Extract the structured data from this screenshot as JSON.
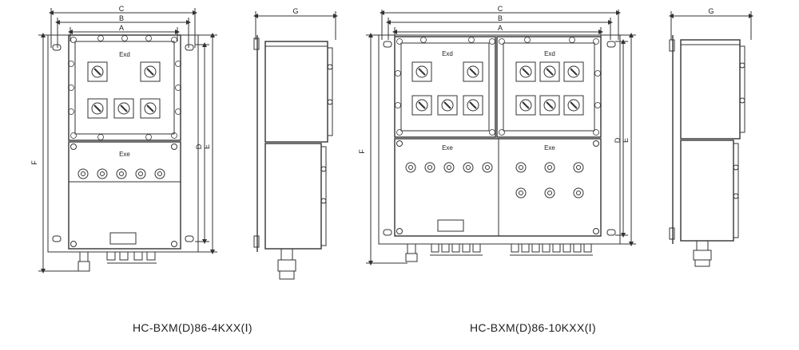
{
  "drawing_4k": {
    "caption": "HC-BXM(D)86-4KXX(Ⅰ)",
    "dim_labels": {
      "a": "A",
      "b": "B",
      "c": "C",
      "d": "D",
      "e": "E",
      "f": "F",
      "g": "G"
    },
    "section_labels": {
      "exd": "Exd",
      "exe": "Exe"
    }
  },
  "drawing_10k": {
    "caption": "HC-BXM(D)86-10KXX(Ⅰ)",
    "dim_labels": {
      "a": "A",
      "b": "B",
      "c": "C",
      "d": "D",
      "e": "E",
      "f": "F",
      "g": "G"
    },
    "section_labels": {
      "exd_left": "Exd",
      "exd_right": "Exd",
      "exe_left": "Exe",
      "exe_right": "Exe"
    }
  },
  "colors": {
    "line": "#333333",
    "background": "#ffffff"
  }
}
